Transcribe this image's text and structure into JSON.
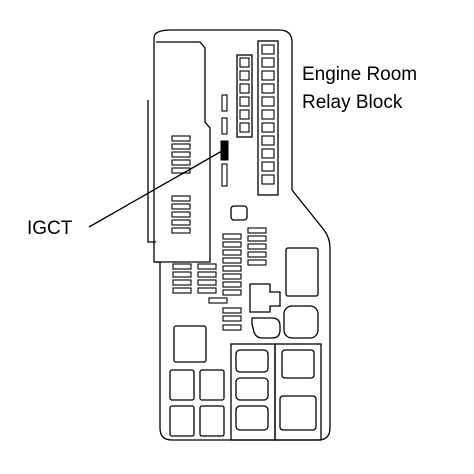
{
  "labels": {
    "block_title_line1": "Engine Room",
    "block_title_line2": "Relay Block",
    "callout": "IGCT"
  },
  "colors": {
    "stroke": "#000000",
    "background": "#ffffff",
    "highlight": "#000000"
  }
}
